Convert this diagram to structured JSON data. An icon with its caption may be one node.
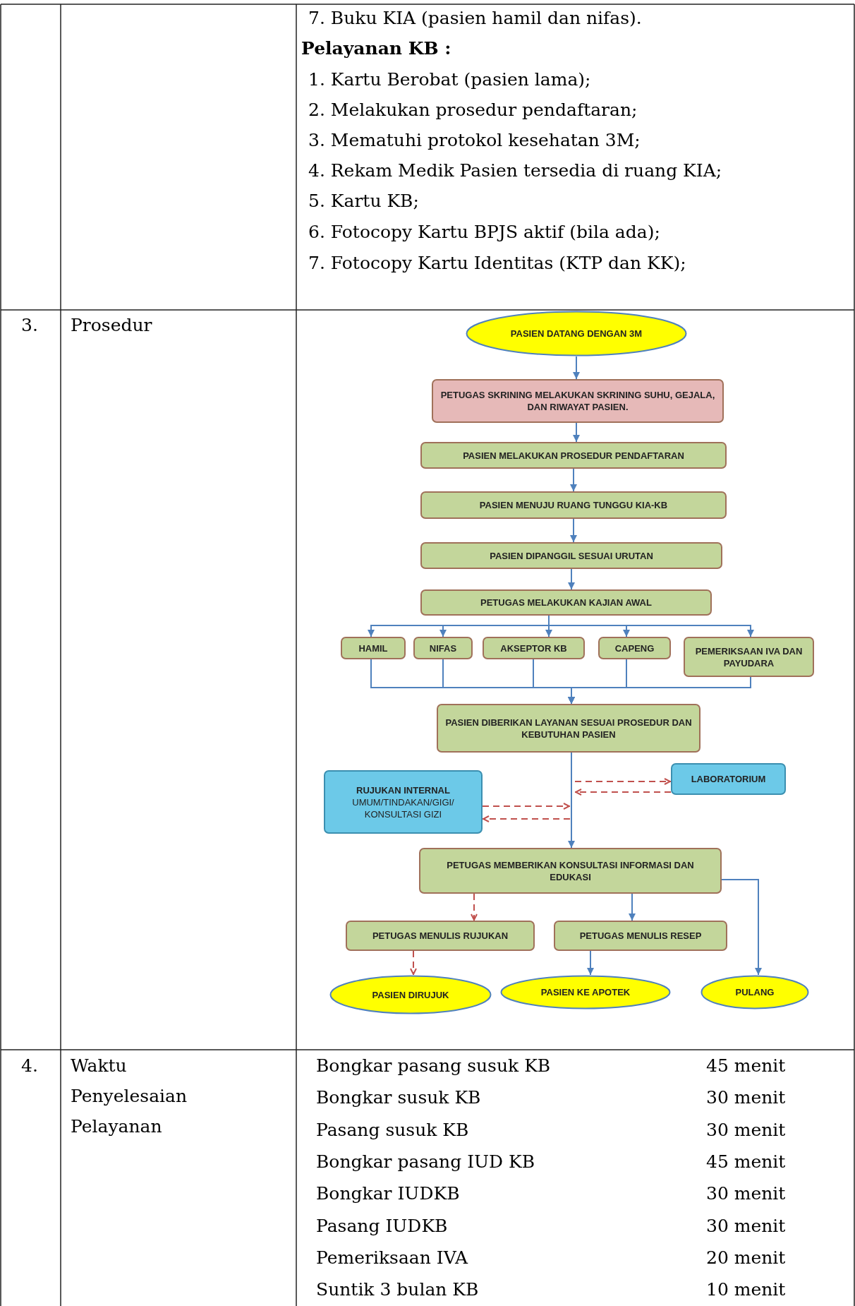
{
  "diagram": {
    "nodes": [
      {
        "text": [
          "PASIEN DATANG DENGAN 3M"
        ]
      },
      {
        "text": [
          "PETUGAS SKRINING MELAKUKAN SKRINING SUHU, GEJALA, DAN RIWAYAT PASIEN."
        ]
      },
      {
        "text": [
          "PASIEN MELAKUKAN PROSEDUR PENDAFTARAN"
        ]
      },
      {
        "text": [
          "PASIEN MENUJU RUANG TUNGGU KIA-KB"
        ]
      },
      {
        "text": [
          "PASIEN DIPANGGIL SESUAI URUTAN"
        ]
      },
      {
        "text": [
          "PETUGAS MELAKUKAN KAJIAN AWAL"
        ]
      },
      {
        "text": [
          "HAMIL"
        ]
      },
      {
        "text": [
          "NIFAS"
        ]
      },
      {
        "text": [
          "AKSEPTOR KB"
        ]
      },
      {
        "text": [
          "CAPENG"
        ]
      },
      {
        "text": [
          "PEMERIKSAAN IVA DAN PAYUDARA"
        ]
      },
      {
        "text": [
          "PASIEN DIBERIKAN LAYANAN SESUAI PROSEDUR DAN KEBUTUHAN PASIEN"
        ]
      },
      {
        "text": [
          "RUJUKAN INTERNAL",
          "UMUM/TINDAKAN/GIGI/ KONSULTASI GIZI"
        ]
      },
      {
        "text": [
          "LABORATORIUM"
        ]
      },
      {
        "text": [
          "PETUGAS MEMBERIKAN KONSULTASI INFORMASI DAN EDUKASI"
        ]
      },
      {
        "text": [
          "PETUGAS MENULIS RUJUKAN"
        ]
      },
      {
        "text": [
          "PETUGAS MENULIS RESEP"
        ]
      },
      {
        "text": [
          "PASIEN DIRUJUK"
        ]
      },
      {
        "text": [
          "PASIEN KE APOTEK"
        ]
      },
      {
        "text": [
          "PULANG"
        ]
      }
    ],
    "edges": [
      {
        "from": 0,
        "to": 1,
        "arrow": "to"
      },
      {
        "from": 1,
        "to": 2,
        "arrow": "to"
      },
      {
        "from": 2,
        "to": 3,
        "arrow": "to"
      },
      {
        "from": 3,
        "to": 4,
        "arrow": "to"
      },
      {
        "from": 4,
        "to": 5,
        "arrow": "to"
      },
      {
        "from": 5,
        "to": 6,
        "arrow": "to"
      },
      {
        "from": 5,
        "to": 7,
        "arrow": "to"
      },
      {
        "from": 5,
        "to": 8,
        "arrow": "to"
      },
      {
        "from": 5,
        "to": 9,
        "arrow": "to"
      },
      {
        "from": 5,
        "to": 10,
        "arrow": "to"
      },
      {
        "from": 6,
        "to": 11,
        "arrow": "to"
      },
      {
        "from": 7,
        "to": 11,
        "arrow": "to"
      },
      {
        "from": 8,
        "to": 11,
        "arrow": "to"
      },
      {
        "from": 9,
        "to": 11,
        "arrow": "to"
      },
      {
        "from": 10,
        "to": 11,
        "arrow": "to"
      },
      {
        "from": 11,
        "to": 14,
        "arrow": "to"
      },
      {
        "from": null,
        "to": 13,
        "arrow": "to",
        "style": "dashed",
        "color": "#c0504d"
      },
      {
        "from": 13,
        "to": null,
        "arrow": "to",
        "style": "dashed",
        "color": "#c0504d"
      },
      {
        "from": 12,
        "to": null,
        "arrow": "to",
        "style": "dashed",
        "color": "#c0504d"
      },
      {
        "from": null,
        "to": 12,
        "arrow": "to",
        "style": "dashed",
        "color": "#c0504d"
      },
      {
        "from": 14,
        "to": 15,
        "arrow": "to",
        "style": "dashed",
        "color": "#c0504d"
      },
      {
        "from": 14,
        "to": 16,
        "arrow": "to"
      },
      {
        "from": 14,
        "to": 19,
        "arrow": "to"
      },
      {
        "from": 15,
        "to": 17,
        "arrow": "to",
        "style": "dashed",
        "color": "#c0504d"
      },
      {
        "from": 16,
        "to": 18,
        "arrow": "to"
      }
    ],
    "labels": [
      "7. Buku KIA (pasien hamil dan nifas).",
      "Pelayanan KB :",
      "1. Kartu Berobat (pasien lama);",
      "2. Melakukan prosedur pendaftaran;",
      "3. Mematuhi protokol kesehatan 3M;",
      "4. Rekam Medik Pasien tersedia di ruang KIA;",
      "5. Kartu KB;",
      "6. Fotocopy Kartu BPJS aktif (bila ada);",
      "7. Fotocopy Kartu Identitas (KTP dan KK);",
      "3.",
      "Prosedur",
      "4.",
      "Waktu Penyelesaian Pelayanan",
      "Bongkar pasang susuk KB",
      "45 menit",
      "Bongkar susuk KB",
      "30 menit",
      "Pasang susuk KB",
      "30 menit",
      "Bongkar pasang IUD KB",
      "45 menit",
      "Bongkar IUDKB",
      "30 menit",
      "Pasang IUDKB",
      "30 menit",
      "Pemeriksaan IVA",
      "20 menit",
      "Suntik 3 bulan KB",
      "10 menit"
    ]
  }
}
